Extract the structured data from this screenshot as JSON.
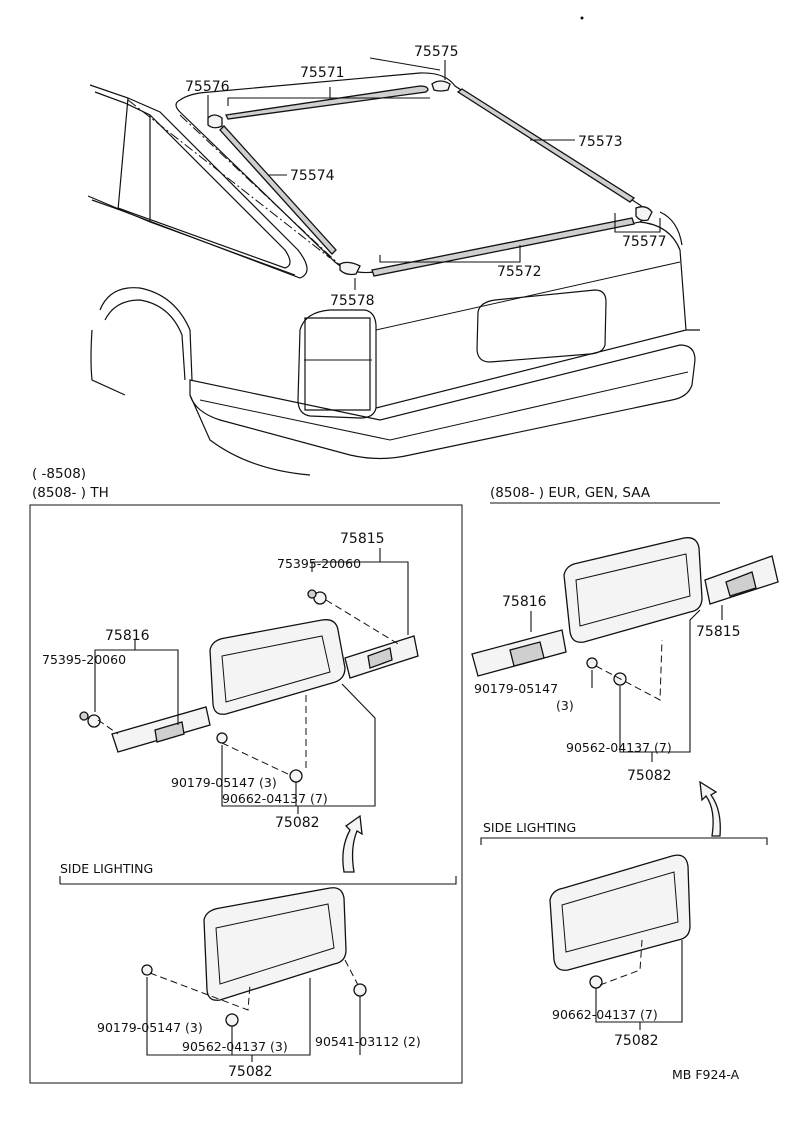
{
  "car_parts": {
    "p75575": "75575",
    "p75571": "75571",
    "p75576": "75576",
    "p75573": "75573",
    "p75574": "75574",
    "p75577": "75577",
    "p75572": "75572",
    "p75578": "75578"
  },
  "left_box": {
    "header_line1": "(        -8508)",
    "header_line2": "(8508-        ) TH",
    "p75815": "75815",
    "p75395_right": "75395-20060",
    "p75816": "75816",
    "p75395_left": "75395-20060",
    "p90179": "90179-05147 (3)",
    "p90662": "90662-04137 (7)",
    "p75082": "75082",
    "side_lighting": "SIDE LIGHTING",
    "sl_90179": "90179-05147 (3)",
    "sl_90562": "90562-04137 (3)",
    "sl_90541": "90541-03112 (2)",
    "sl_75082": "75082"
  },
  "right_section": {
    "header": "(8508-        ) EUR, GEN, SAA",
    "p75816": "75816",
    "p75815": "75815",
    "p90179": "90179-05147",
    "p90179_qty": "(3)",
    "p90562": "90562-04137 (7)",
    "p75082": "75082",
    "side_lighting": "SIDE LIGHTING",
    "sl_90662": "90662-04137 (7)",
    "sl_75082": "75082"
  },
  "figure_code": "MB F924-A"
}
